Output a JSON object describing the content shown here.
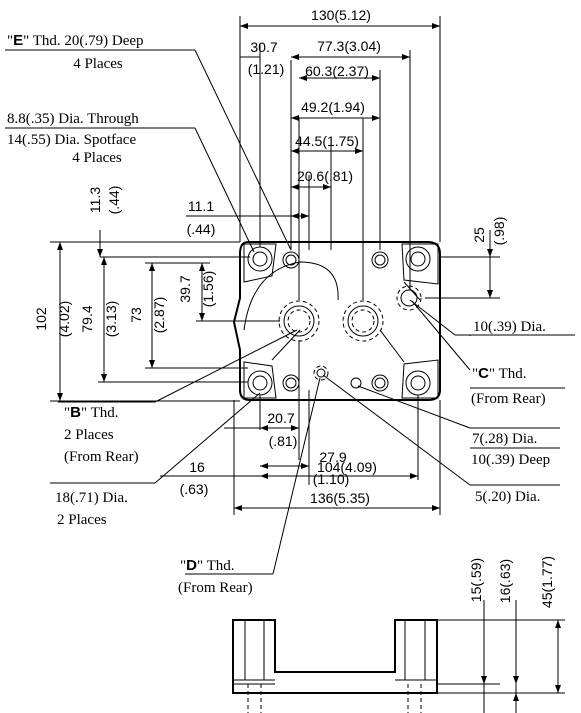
{
  "dims": {
    "w130": "130(5.12)",
    "d30_7": "30.7",
    "d1_21": "(1.21)",
    "d77_3": "77.3(3.04)",
    "d60_3": "60.3(2.37)",
    "d49_2": "49.2(1.94)",
    "d44_5": "44.5(1.75)",
    "d20_6": "20.6(.81)",
    "d11_3": "11.3",
    "d_44a": "(.44)",
    "d11_1": "11.1",
    "d_44b": "(.44)",
    "d25": "25",
    "d_98": "(.98)",
    "d102": "102",
    "d4_02": "(4.02)",
    "d79_4": "79.4",
    "d3_13": "(3.13)",
    "d73": "73",
    "d2_87": "(2.87)",
    "d39_7": "39.7",
    "d1_56": "(1.56)",
    "d20_7": "20.7",
    "d_81": "(.81)",
    "d27_9": "27.9",
    "d1_10": "(1.10)",
    "d16": "16",
    "d_63": "(.63)",
    "d104": "104(4.09)",
    "d136": "136(5.35)",
    "d15": "15(.59)",
    "d16b": "16(.63)",
    "d45": "45(1.77)"
  },
  "notes": {
    "e_quote1": "\"",
    "e_letter": "E",
    "e_rest": "\" Thd. 20(.79) Deep",
    "e_places": "4 Places",
    "thr1": "8.8(.35) Dia. Through",
    "thr2": "14(.55) Dia. Spotface",
    "thr3": "4 Places",
    "dia10": "10(.39) Dia.",
    "c_quote1": "\"",
    "c_letter": "C",
    "c_rest": "\" Thd.",
    "c_rear": "(From Rear)",
    "b_quote1": "\"",
    "b_letter": "B",
    "b_rest": "\" Thd.",
    "b_places": "2 Places",
    "b_rear": "(From Rear)",
    "dia7": "7(.28) Dia.",
    "deep10": "10(.39) Deep",
    "dia18": "18(.71) Dia.",
    "dia18_places": "2 Places",
    "dia5": "5(.20) Dia.",
    "d_quote1": "\"",
    "d_letter": "D",
    "d_rest": "\" Thd.",
    "d_rear": "(From Rear)"
  }
}
